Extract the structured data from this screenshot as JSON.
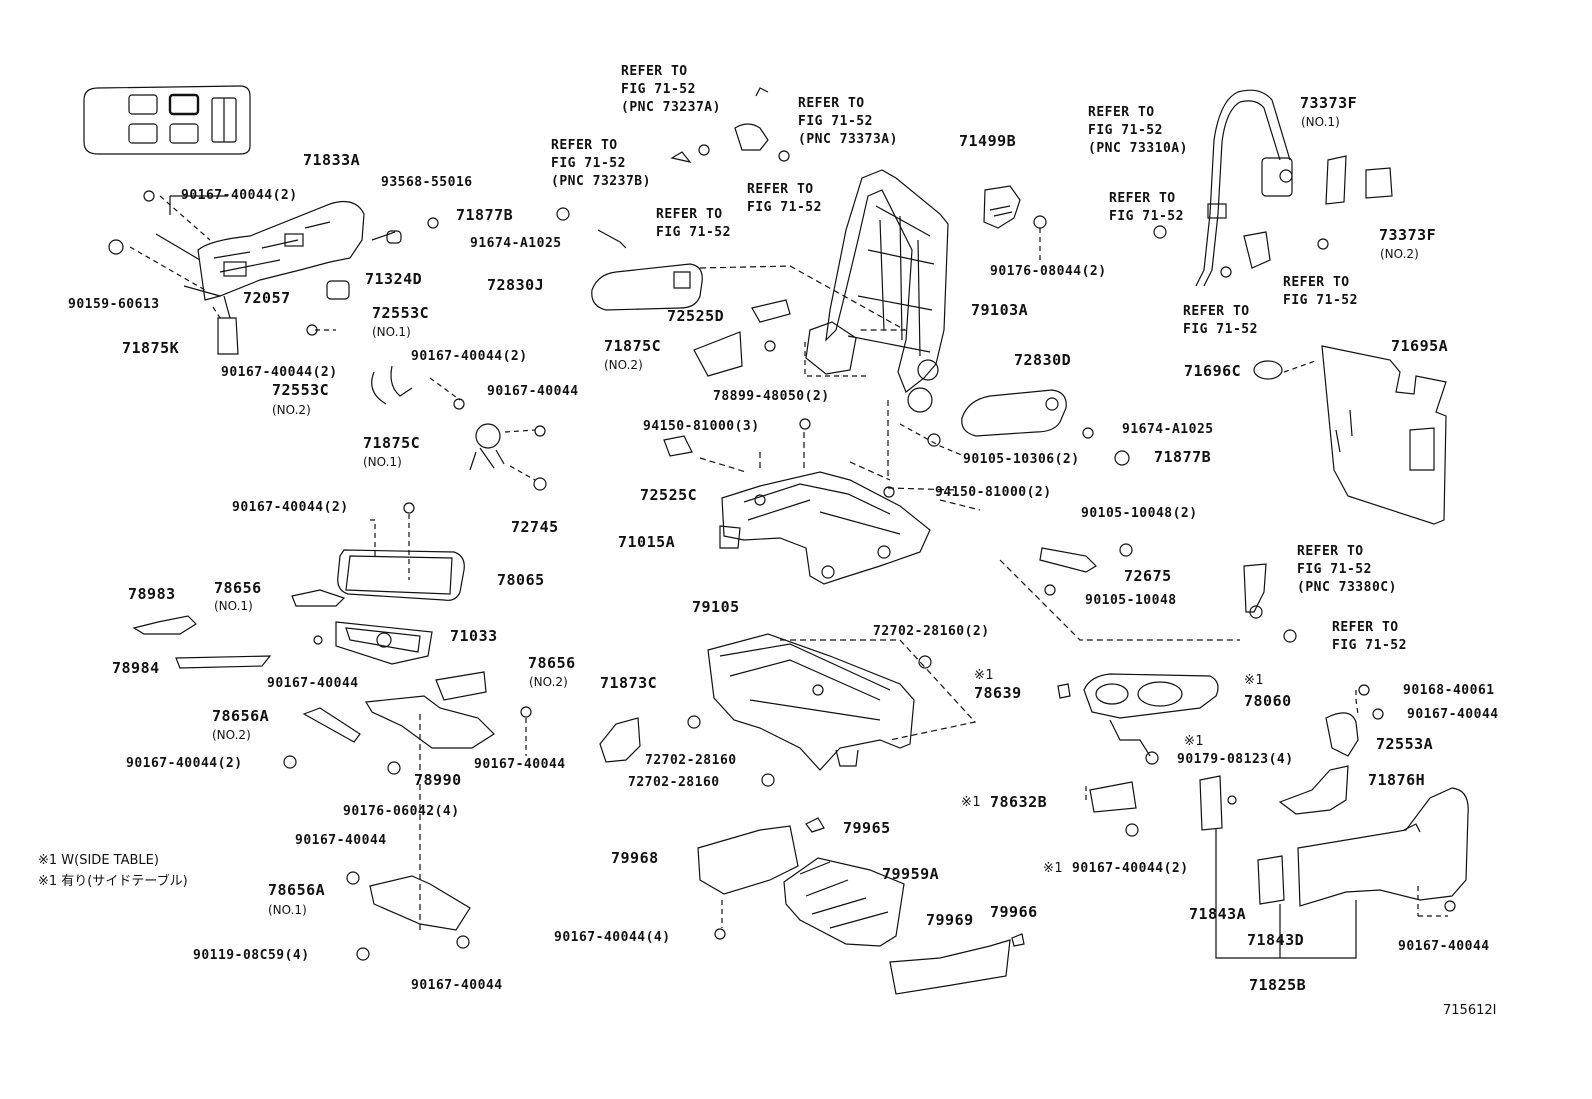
{
  "diagram": {
    "figure_id": "715612I",
    "parts": {
      "p71833A": "71833A",
      "p90167_40044_2a": "90167-40044(2)",
      "p93568_55016": "93568-55016",
      "p90159_60613": "90159-60613",
      "p71324D": "71324D",
      "p72057": "72057",
      "p71875K": "71875K",
      "p90167_40044_2b": "90167-40044(2)",
      "p72553C_1": "72553C",
      "p72553C_1_note": "(NO.1)",
      "p90167_40044_2c": "90167-40044(2)",
      "p72553C_2": "72553C",
      "p72553C_2_note": "(NO.2)",
      "p90167_40044_a": "90167-40044",
      "p71875C_1": "71875C",
      "p71875C_1_note": "(NO.1)",
      "p72745": "72745",
      "p90167_40044_2d": "90167-40044(2)",
      "p78065": "78065",
      "p78983": "78983",
      "p78656_1": "78656",
      "p78656_1_note": "(NO.1)",
      "p78984": "78984",
      "p71033": "71033",
      "p90167_40044_b": "90167-40044",
      "p78656_2": "78656",
      "p78656_2_note": "(NO.2)",
      "p78656A_2": "78656A",
      "p78656A_2_note": "(NO.2)",
      "p90167_40044_2e": "90167-40044(2)",
      "p90167_40044_c": "90167-40044",
      "p78990": "78990",
      "p90176_06042": "90176-06042(4)",
      "p90167_40044_d": "90167-40044",
      "p78656A_1": "78656A",
      "p78656A_1_note": "(NO.1)",
      "p90119_08C59": "90119-08C59(4)",
      "p90167_40044_e": "90167-40044",
      "refer1_a": "REFER TO",
      "refer1_b": "FIG 71-52",
      "refer1_c": "(PNC 73237A)",
      "refer2_a": "REFER TO",
      "refer2_b": "FIG 71-52",
      "refer2_c": "(PNC 73373A)",
      "refer3_a": "REFER TO",
      "refer3_b": "FIG 71-52",
      "refer3_c": "(PNC 73237B)",
      "refer4_a": "REFER TO",
      "refer4_b": "FIG 71-52",
      "refer5_a": "REFER TO",
      "refer5_b": "FIG 71-52",
      "p71877B_a": "71877B",
      "p91674_A1025_a": "91674-A1025",
      "p72830J": "72830J",
      "p71499B": "71499B",
      "p90176_08044": "90176-08044(2)",
      "p79103A": "79103A",
      "p72525D": "72525D",
      "p71875C_2": "71875C",
      "p71875C_2_note": "(NO.2)",
      "p78899_48050": "78899-48050(2)",
      "p72830D": "72830D",
      "p91674_A1025_b": "91674-A1025",
      "p90105_10306": "90105-10306(2)",
      "p71877B_b": "71877B",
      "p94150_81000_3": "94150-81000(3)",
      "p72525C": "72525C",
      "p94150_81000_2": "94150-81000(2)",
      "p71015A": "71015A",
      "p90105_10048_2": "90105-10048(2)",
      "p72675": "72675",
      "p90105_10048": "90105-10048",
      "p79105": "79105",
      "p72702_28160_2": "72702-28160(2)",
      "p71873C": "71873C",
      "p72702_28160_a": "72702-28160",
      "p72702_28160_b": "72702-28160",
      "p79965": "79965",
      "p79968": "79968",
      "p79959A": "79959A",
      "p90167_40044_4": "90167-40044(4)",
      "p79969": "79969",
      "p79966": "79966",
      "refer6_a": "REFER TO",
      "refer6_b": "FIG 71-52",
      "refer6_c": "(PNC 73310A)",
      "p73373F_1": "73373F",
      "p73373F_1_note": "(NO.1)",
      "refer7_a": "REFER TO",
      "refer7_b": "FIG 71-52",
      "p73373F_2": "73373F",
      "p73373F_2_note": "(NO.2)",
      "refer8_a": "REFER TO",
      "refer8_b": "FIG 71-52",
      "refer9_a": "REFER TO",
      "refer9_b": "FIG 71-52",
      "p71696C": "71696C",
      "p71695A": "71695A",
      "refer10_a": "REFER TO",
      "refer10_b": "FIG 71-52",
      "refer10_c": "(PNC 73380C)",
      "refer11_a": "REFER TO",
      "refer11_b": "FIG 71-52",
      "mark_78639": "※1",
      "p78639": "78639",
      "mark_78060": "※1",
      "p78060": "78060",
      "p90168_40061": "90168-40061",
      "p90167_40044_f": "90167-40044",
      "p72553A": "72553A",
      "mark_90179": "※1",
      "p90179_08123": "90179-08123(4)",
      "p71876H": "71876H",
      "mark_78632B": "※1",
      "p78632B": "78632B",
      "mark_90167_2f": "※1",
      "p90167_40044_2f": "90167-40044(2)",
      "p71843A": "71843A",
      "p71843D": "71843D",
      "p71825B": "71825B",
      "p90167_40044_g": "90167-40044"
    },
    "footnotes": {
      "line1": "※1 W(SIDE TABLE)",
      "line2": "※1 有り(サイドテーブル)"
    }
  }
}
